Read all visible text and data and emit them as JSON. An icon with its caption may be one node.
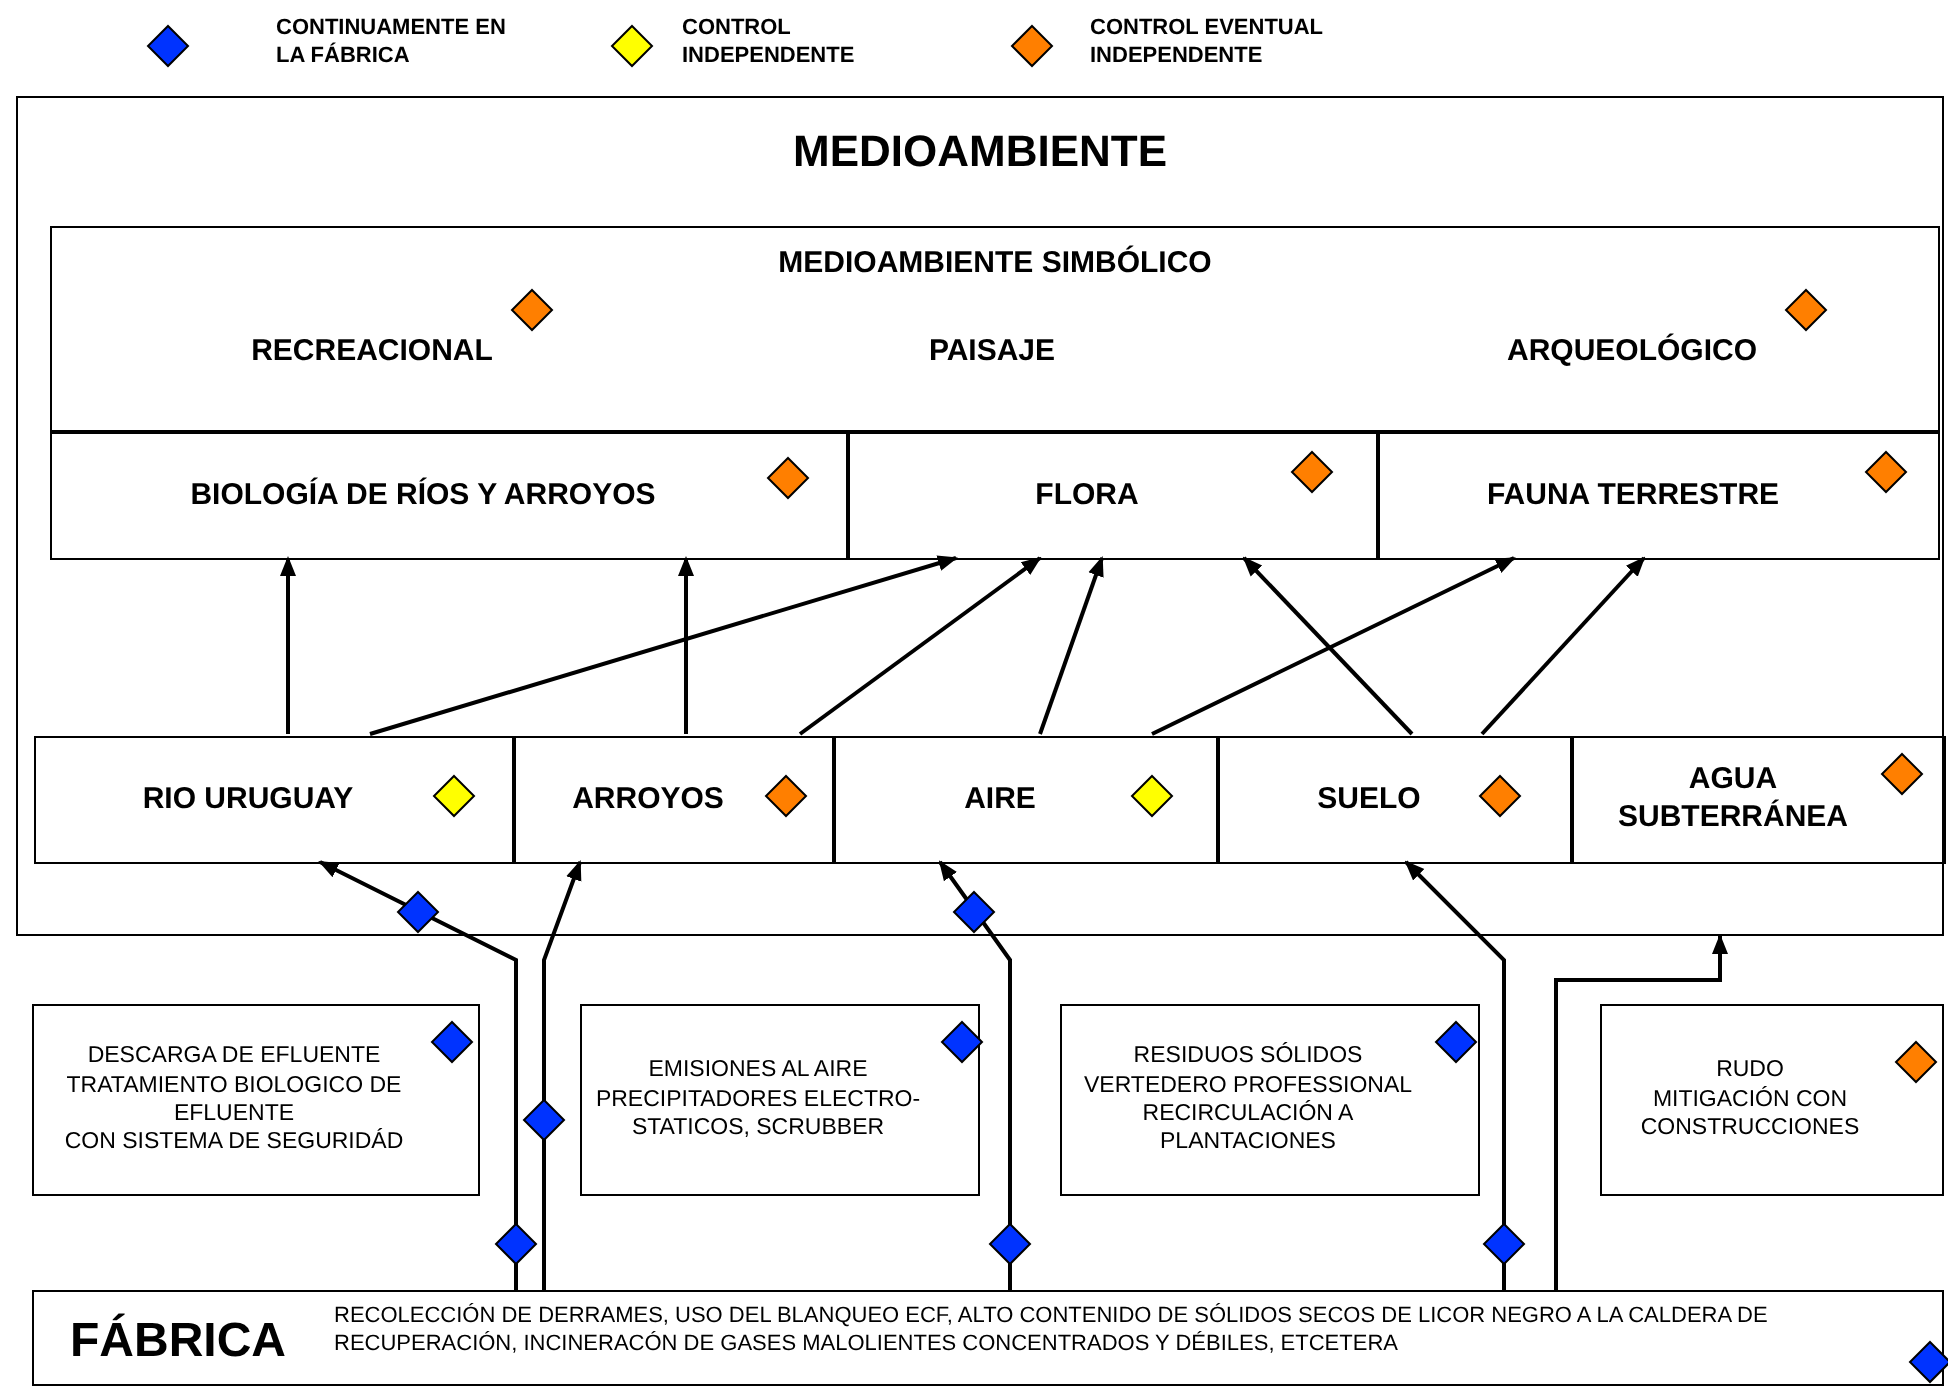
{
  "diagram": {
    "nodes": [
      {
        "text": [
          "MEDIOAMBIENTE"
        ]
      },
      {
        "text": [
          "MEDIOAMBIENTE SIMBÓLICO",
          "RECREACIONAL",
          "PAISAJE",
          "ARQUEOLÓGICO"
        ],
        "in": 0
      },
      {
        "text": [
          "BIOLOGÍA DE RÍOS Y ARROYOS"
        ],
        "in": 0
      },
      {
        "text": [
          "FLORA"
        ],
        "in": 0
      },
      {
        "text": [
          "FAUNA TERRESTRE"
        ],
        "in": 0
      },
      {
        "text": [
          "RIO URUGUAY"
        ],
        "in": 0
      },
      {
        "text": [
          "ARROYOS"
        ],
        "in": 0
      },
      {
        "text": [
          "AIRE"
        ],
        "in": 0
      },
      {
        "text": [
          "SUELO"
        ],
        "in": 0
      },
      {
        "text": [
          "AGUA SUBTERRÁNEA"
        ],
        "in": 0
      },
      {
        "text": [
          "DESCARGA DE EFLUENTE",
          "TRATAMIENTO BIOLOGICO DE EFLUENTE",
          "CON SISTEMA DE SEGURIDÁD"
        ]
      },
      {
        "text": [
          "EMISIONES AL AIRE",
          "PRECIPITADORES ELECTRO-STATICOS, SCRUBBER"
        ]
      },
      {
        "text": [
          "RESIDUOS SÓLIDOS",
          "VERTEDERO PROFESSIONAL",
          "RECIRCULACIÓN A PLANTACIONES"
        ]
      },
      {
        "text": [
          "RUDO",
          "MITIGACIÓN CON CONSTRUCCIONES"
        ]
      },
      {
        "text": [
          "FÁBRICA",
          "RECOLECCIÓN DE DERRAMES, USO DEL BLANQUEO ECF, ALTO CONTENIDO DE SÓLIDOS SECOS DE LICOR NEGRO A LA CALDERA DE RECUPERACIÓN, INCINERACÓN DE GASES MALOLIENTES CONCENTRADOS Y DÉBILES, ETCETERA"
        ]
      }
    ],
    "edges": [
      {
        "from": 5,
        "to": 2,
        "arrow": "to"
      },
      {
        "from": 5,
        "to": 3,
        "arrow": "to"
      },
      {
        "from": 6,
        "to": 2,
        "arrow": "to"
      },
      {
        "from": 6,
        "to": 3,
        "arrow": "to"
      },
      {
        "from": 7,
        "to": 3,
        "arrow": "to"
      },
      {
        "from": 7,
        "to": 4,
        "arrow": "to"
      },
      {
        "from": 8,
        "to": 3,
        "arrow": "to"
      },
      {
        "from": 8,
        "to": 4,
        "arrow": "to"
      },
      {
        "from": 14,
        "to": 5,
        "arrow": "to"
      },
      {
        "from": 14,
        "to": 6,
        "arrow": "to"
      },
      {
        "from": 14,
        "to": 7,
        "arrow": "to"
      },
      {
        "from": 14,
        "to": 8,
        "arrow": "to"
      },
      {
        "from": 14,
        "to": 0,
        "arrow": "to"
      }
    ],
    "legend": [
      {
        "text": "CONTINUAMENTE EN LA FÁBRICA",
        "color": "#0033ff"
      },
      {
        "text": "CONTROL INDEPENDENTE",
        "color": "#ffff00"
      },
      {
        "text": "CONTROL EVENTUAL INDEPENDENTE",
        "color": "#ff7f00"
      }
    ]
  }
}
